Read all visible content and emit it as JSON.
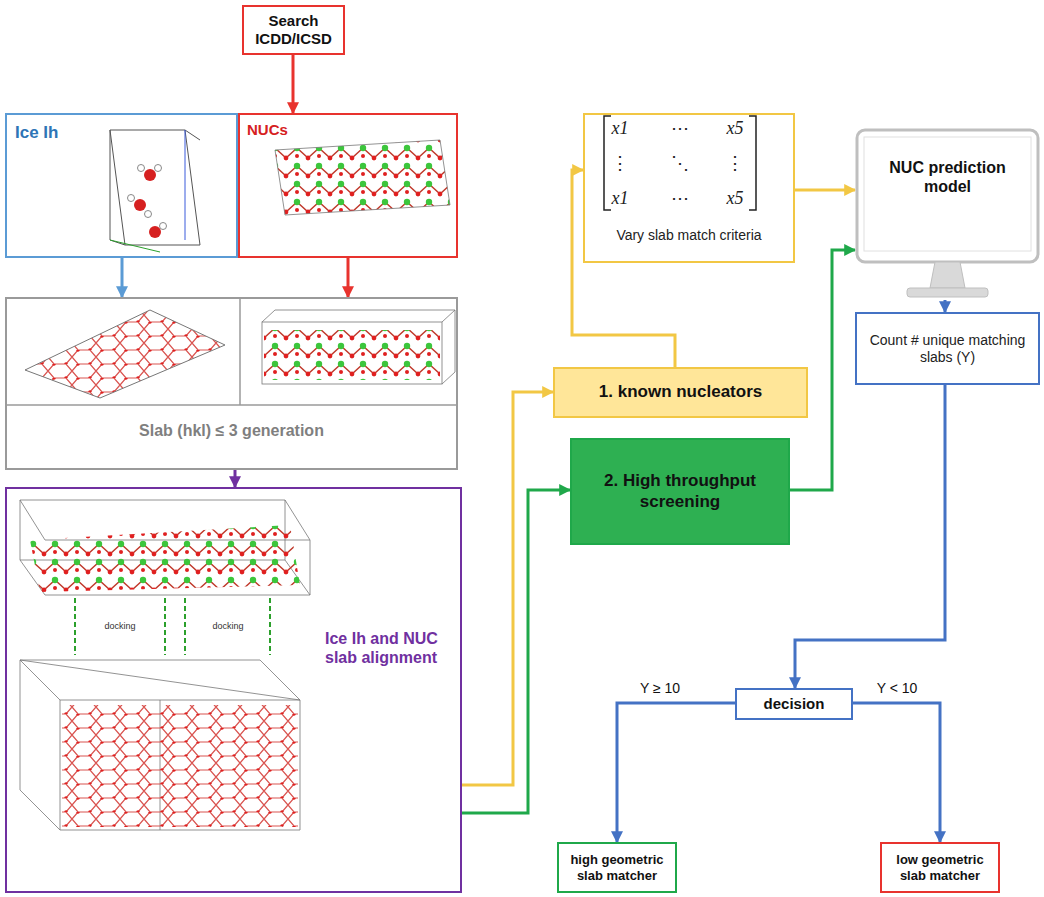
{
  "diagram": {
    "nodes": [
      {
        "text": [
          "Search ICDD/ICSD"
        ]
      },
      {
        "text": [
          "Ice Ih"
        ]
      },
      {
        "text": [
          "NUCs"
        ]
      },
      {
        "text": [
          "Slab (hkl) ≤ 3 generation"
        ]
      },
      {
        "text": [
          "Ice Ih and NUC slab alignment"
        ]
      },
      {
        "text": [
          "Vary slab match criteria"
        ]
      },
      {
        "text": [
          "1. known nucleators"
        ]
      },
      {
        "text": [
          "2. High throughput screening"
        ]
      },
      {
        "text": [
          "NUC prediction model"
        ]
      },
      {
        "text": [
          "Count # unique matching slabs (Y)"
        ]
      },
      {
        "text": [
          "decision"
        ]
      },
      {
        "text": [
          "high geometric slab matcher"
        ]
      },
      {
        "text": [
          "low geometric slab matcher"
        ]
      }
    ],
    "edges": [
      {
        "from": 0,
        "to": 2,
        "arrow": "to"
      },
      {
        "from": 1,
        "to": 3,
        "arrow": "to"
      },
      {
        "from": 2,
        "to": 3,
        "arrow": "to"
      },
      {
        "from": 3,
        "to": 4,
        "arrow": "to"
      },
      {
        "from": 4,
        "to": 6,
        "arrow": "to"
      },
      {
        "from": 4,
        "to": 7,
        "arrow": "to"
      },
      {
        "from": 6,
        "to": 5,
        "arrow": "to"
      },
      {
        "from": 5,
        "to": 8,
        "arrow": "to"
      },
      {
        "from": 7,
        "to": 8,
        "arrow": "to"
      },
      {
        "from": 8,
        "to": 9,
        "arrow": "to"
      },
      {
        "from": 9,
        "to": 10,
        "arrow": "to"
      },
      {
        "from": 10,
        "to": 11,
        "label": "Y ≥ 10",
        "arrow": "to"
      },
      {
        "from": 10,
        "to": 12,
        "label": "Y < 10",
        "arrow": "to"
      }
    ],
    "labels": [
      "x1",
      "⋯",
      "x5",
      "⋮",
      "⋱",
      "⋮",
      "x1",
      "⋯",
      "x5",
      "docking",
      "docking"
    ]
  }
}
